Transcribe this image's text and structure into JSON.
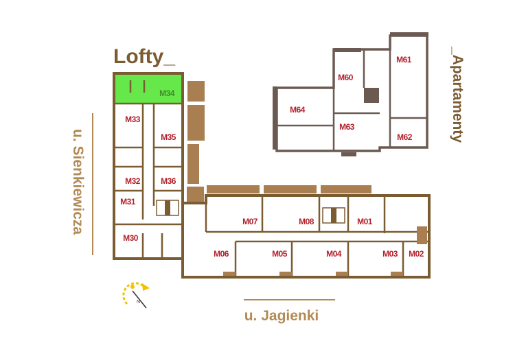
{
  "sections": {
    "lofty_title": "Lofty_",
    "apartments_title": "_Apartamenty"
  },
  "streets": {
    "west": "u. Sienkiewicza",
    "south": "u. Jagienki"
  },
  "compass": {
    "north_label": "N"
  },
  "selected_unit": "M34",
  "colors": {
    "wall": "#7b5c32",
    "balcony": "#a97f52",
    "label": "#b3202c",
    "selected": "#66e84a"
  },
  "units": {
    "lofty": [
      "M34",
      "M33",
      "M35",
      "M32",
      "M36",
      "M31",
      "M30"
    ],
    "lower": [
      "M07",
      "M08",
      "M01",
      "M06",
      "M05",
      "M04",
      "M03",
      "M02"
    ],
    "apartments": [
      "M60",
      "M61",
      "M64",
      "M63",
      "M62"
    ]
  }
}
